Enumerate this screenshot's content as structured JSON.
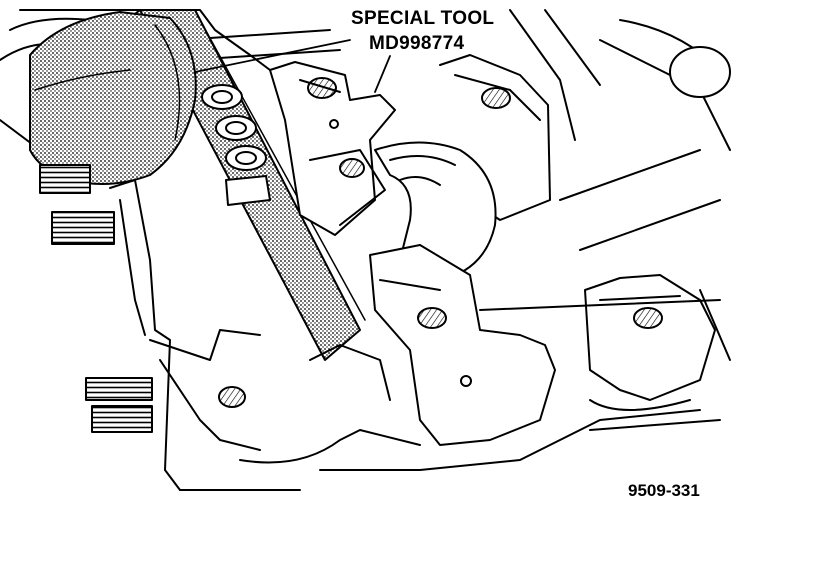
{
  "callout": {
    "line1": "SPECIAL TOOL",
    "line2": "MD998774"
  },
  "figure_number": "9509-331",
  "colors": {
    "ink": "#000000",
    "paper": "#ffffff"
  }
}
